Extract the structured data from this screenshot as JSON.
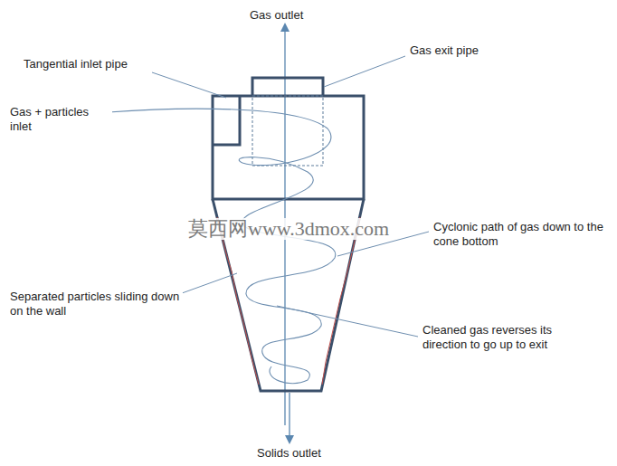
{
  "diagram": {
    "labels": [
      "Gas outlet",
      "Gas exit pipe",
      "Tangential inlet pipe",
      "Gas + particles inlet",
      "莫西网www.3dmox.com",
      "Cyclonic path of gas down to the cone bottom",
      "Separated particles sliding down on the wall",
      "Cleaned gas reverses its direction to go up to exit",
      "Solids outlet"
    ]
  }
}
